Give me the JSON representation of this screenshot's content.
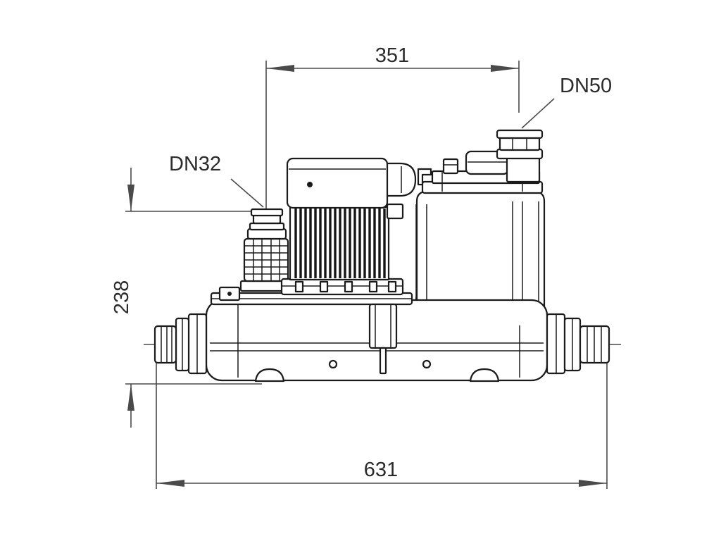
{
  "dimensions": {
    "top_span": "351",
    "height": "238",
    "overall_length": "631"
  },
  "labels": {
    "port_right": "DN50",
    "port_left": "DN32"
  }
}
